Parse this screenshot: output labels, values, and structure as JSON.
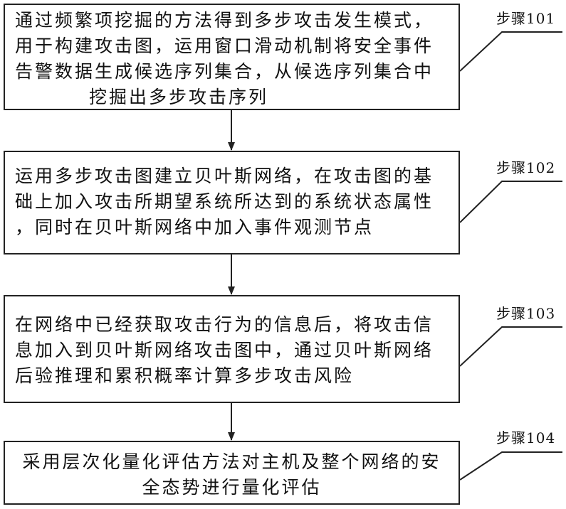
{
  "steps": [
    {
      "label": "步骤101",
      "lines": [
        "通过频繁项挖掘的方法得到多步攻击发生模式，",
        "用于构建攻击图，运用窗口滑动机制将安全事件",
        "告警数据生成候选序列集合，从候选序列集合中",
        "挖掘出多步攻击序列"
      ]
    },
    {
      "label": "步骤102",
      "lines": [
        "运用多步攻击图建立贝叶斯网络，在攻击图的基",
        "础上加入攻击所期望系统所达到的系统状态属性",
        "，同时在贝叶斯网络中加入事件观测节点"
      ]
    },
    {
      "label": "步骤103",
      "lines": [
        "在网络中已经获取攻击行为的信息后，将攻击信",
        "息加入到贝叶斯网络攻击图中，通过贝叶斯网络",
        "后验推理和累积概率计算多步攻击风险"
      ]
    },
    {
      "label": "步骤104",
      "lines": [
        "采用层次化量化评估方法对主机及整个网络的安",
        "全态势进行量化评估"
      ]
    }
  ]
}
